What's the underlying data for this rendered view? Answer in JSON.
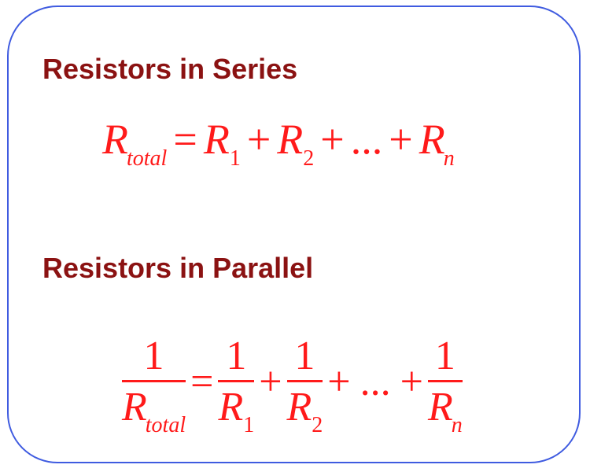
{
  "series": {
    "heading": "Resistors in Series",
    "lhs_R": "R",
    "lhs_sub": "total",
    "equals": "=",
    "term1_R": "R",
    "term1_sub": "1",
    "plus1": "+",
    "term2_R": "R",
    "term2_sub": "2",
    "plus2": "+",
    "ellipsis": "...",
    "plus3": "+",
    "termn_R": "R",
    "termn_sub": "n"
  },
  "parallel": {
    "heading": "Resistors in Parallel",
    "numerator": "1",
    "lhs_R": "R",
    "lhs_sub": "total",
    "equals": "=",
    "term1_R": "R",
    "term1_sub": "1",
    "plus1": "+",
    "term2_R": "R",
    "term2_sub": "2",
    "plus2": "+",
    "ellipsis": "...",
    "plus3": "+",
    "termn_R": "R",
    "termn_sub": "n"
  },
  "colors": {
    "heading": "#8b1212",
    "formula": "#ff1a1a",
    "border": "#3f5be0"
  }
}
